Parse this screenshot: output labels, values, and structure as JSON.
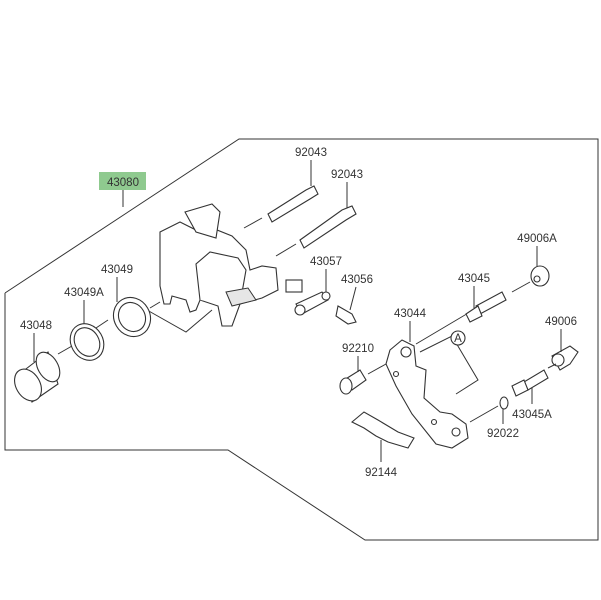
{
  "diagram": {
    "assembly_label": "43080",
    "highlight_color": "#8fca8f",
    "callout_marker": "A",
    "labels": {
      "p92043a": "92043",
      "p92043b": "92043",
      "p43049": "43049",
      "p43049A": "43049A",
      "p43048": "43048",
      "p43057": "43057",
      "p43056": "43056",
      "p43045": "43045",
      "p49006A": "49006A",
      "p43044": "43044",
      "p49006": "49006",
      "p92210": "92210",
      "p43045A": "43045A",
      "p92022": "92022",
      "p92144": "92144"
    }
  }
}
